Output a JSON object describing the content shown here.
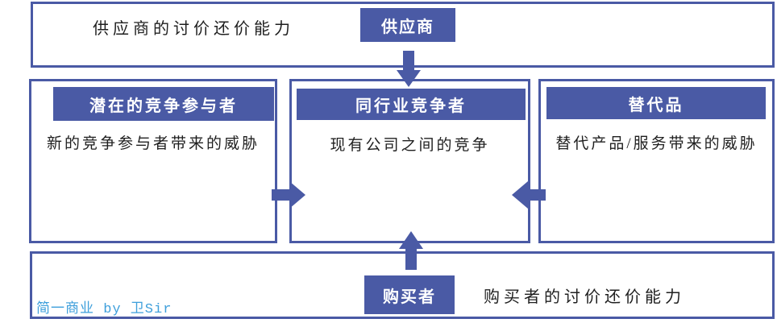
{
  "colors": {
    "accent": "#4A5AA5",
    "border": "#4A5AA5",
    "watermark": "#3E9FDB",
    "header_text": "#FFFFFF",
    "body_text": "#1f1f1f",
    "background": "#FFFFFF"
  },
  "top_box": {
    "label": "供应商的讨价还价能力",
    "tag": "供应商"
  },
  "forces": {
    "left": {
      "title": "潜在的竞争参与者",
      "description": "新的竞争参与者带来的威胁"
    },
    "center": {
      "title": "同行业竞争者",
      "description": "现有公司之间的竞争"
    },
    "right": {
      "title": "替代品",
      "description": "替代产品/服务带来的威胁"
    }
  },
  "bottom_box": {
    "tag": "购买者",
    "label": "购买者的讨价还价能力",
    "watermark": "简一商业 by 卫Sir"
  },
  "arrows": {
    "top_to_center": "down",
    "bottom_to_center": "up",
    "left_to_center": "right",
    "right_to_center": "left"
  }
}
